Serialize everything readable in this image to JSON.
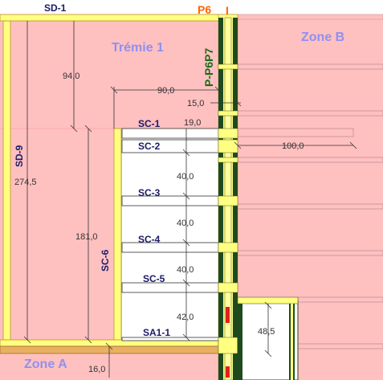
{
  "zones": {
    "zone_a": "Zone A",
    "zone_b": "Zone B",
    "tremie": "Trémie 1"
  },
  "labels": {
    "sd1": "SD-1",
    "p6": "P6",
    "p6_mark": "I",
    "pp6p7": "P-P6P7",
    "sd9": "SD-9",
    "sc6": "SC-6",
    "sc1": "SC-1",
    "sc2": "SC-2",
    "sc3": "SC-3",
    "sc4": "SC-4",
    "sc5": "SC-5",
    "sa11": "SA1-1"
  },
  "dimensions": {
    "d94": "94,0",
    "d2745": "274,5",
    "d181": "181,0",
    "d90": "90,0",
    "d15": "15,0",
    "d19": "19,0",
    "d100": "100,0",
    "d40a": "40,0",
    "d40b": "40,0",
    "d40c": "40,0",
    "d42": "42,0",
    "d485": "48,5",
    "d16": "16,0"
  },
  "colors": {
    "zone_fill": "#ffc0c0",
    "beam_yellow": "#ffff80",
    "beam_orange": "#e8b060",
    "pole_dark": "#1e4a1e",
    "label_blue": "#1a1a66",
    "zone_text": "#9090f0",
    "pole_green": "#1a6a1a",
    "p6_orange": "#ff6600"
  }
}
